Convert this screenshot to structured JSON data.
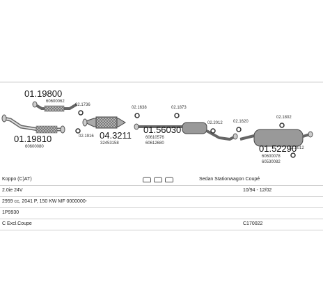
{
  "parts": [
    {
      "id": "p1",
      "code": "01.19800",
      "sub": "60600062"
    },
    {
      "id": "p2",
      "code": "02.1736",
      "sub": ""
    },
    {
      "id": "p3",
      "code": "01.19810",
      "sub": "60600080"
    },
    {
      "id": "p4",
      "code": "02.1916",
      "sub": ""
    },
    {
      "id": "p5",
      "code": "04.3211",
      "sub": "32453158"
    },
    {
      "id": "p6",
      "code": "02.1638",
      "sub": ""
    },
    {
      "id": "p7",
      "code": "02.1873",
      "sub": ""
    },
    {
      "id": "p8",
      "code": "01.56030",
      "sub1": "60610576",
      "sub2": "60612680"
    },
    {
      "id": "p9",
      "code": "02.2012",
      "sub": ""
    },
    {
      "id": "p10",
      "code": "02.1620",
      "sub": ""
    },
    {
      "id": "p11",
      "code": "02.1802",
      "sub": ""
    },
    {
      "id": "p12",
      "code": "01.52290",
      "sub1": "60600078",
      "sub2": "60530082"
    },
    {
      "id": "p13",
      "code": "02.2012",
      "sub": ""
    }
  ],
  "info": {
    "model": "Koppo (C)AT)",
    "body": "Sedan Stationwagon Coupé",
    "engine": "2.0ie 24V",
    "years": "10/94 - 12/02",
    "spec": "2959 cc, 2041 P, 150 KW MF 0000000-",
    "type": "1P9930",
    "variant": "C Excl.Coupe",
    "ref": "C170022"
  }
}
